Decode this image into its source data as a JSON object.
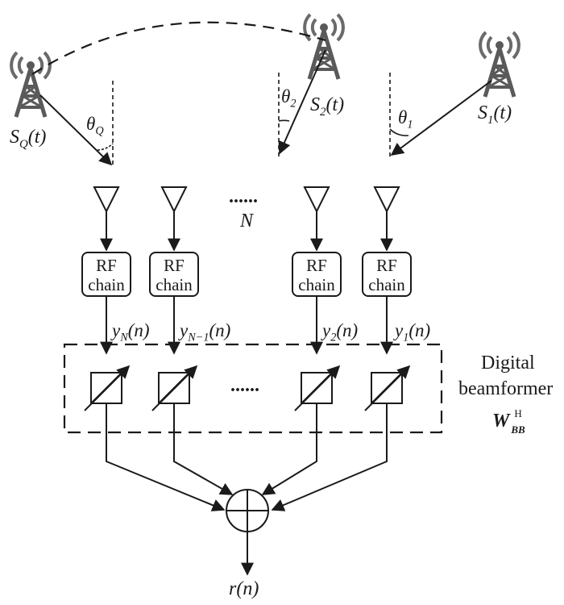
{
  "sources": [
    {
      "id": "q",
      "label_main": "S",
      "label_sub": "Q",
      "label_tail": "(t)",
      "angle_main": "θ",
      "angle_sub": "Q"
    },
    {
      "id": "2",
      "label_main": "S",
      "label_sub": "2",
      "label_tail": "(t)",
      "angle_main": "θ",
      "angle_sub": "2"
    },
    {
      "id": "1",
      "label_main": "S",
      "label_sub": "1",
      "label_tail": "(t)",
      "angle_main": "θ",
      "angle_sub": "1"
    }
  ],
  "antenna_ellipsis": "......",
  "antenna_count_label": "N",
  "rf_chains": [
    {
      "line1": "RF",
      "line2": "chain"
    },
    {
      "line1": "RF",
      "line2": "chain"
    },
    {
      "line1": "RF",
      "line2": "chain"
    },
    {
      "line1": "RF",
      "line2": "chain"
    }
  ],
  "signals": [
    {
      "main": "y",
      "sub": "N",
      "tail": "(n)"
    },
    {
      "main": "y",
      "sub": "N−1",
      "tail": "(n)"
    },
    {
      "main": "y",
      "sub": "2",
      "tail": "(n)"
    },
    {
      "main": "y",
      "sub": "1",
      "tail": "(n)"
    }
  ],
  "beamformer": {
    "title_line1": "Digital",
    "title_line2": "beamformer",
    "weight_main": "W",
    "weight_sub": "BB",
    "weight_sup": "H",
    "ellipsis": "......"
  },
  "output_label": "r(n)",
  "colors": {
    "ink": "#1a1a1a",
    "tower": "#5a5a5a",
    "signal_waves": "#6a6a6a"
  }
}
